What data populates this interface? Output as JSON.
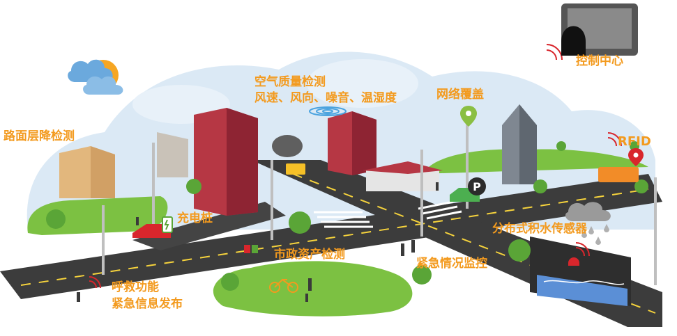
{
  "labels": {
    "control_center": "控制中心",
    "rfid": "RFID",
    "air_quality_line1": "空气质量检测",
    "air_quality_line2": "风速、风向、噪音、温湿度",
    "network": "网络覆盖",
    "road_settlement": "路面层降检测",
    "charging_pile": "充电桩",
    "municipal_assets": "市政资产检测",
    "emergency_monitor": "紧急情况监控",
    "water_sensor": "分布式积水传感器",
    "rescue_line1": "呼救功能",
    "rescue_line2": "紧急信息发布"
  },
  "colors": {
    "label": "#f39a1e",
    "label_red": "#d8262c",
    "road": "#3c3c3c",
    "grass": "#7cc142",
    "sky": "#dbe9f5"
  }
}
